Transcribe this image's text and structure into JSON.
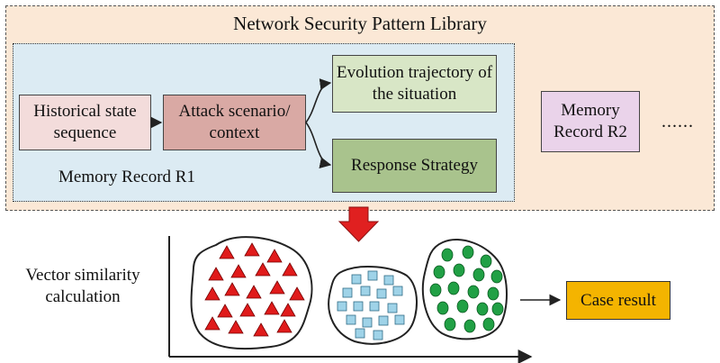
{
  "library": {
    "title": "Network Security Pattern Library"
  },
  "record1": {
    "label": "Memory Record R1",
    "historical": "Historical state sequence",
    "attack": "Attack scenario/ context",
    "evolution": "Evolution trajectory of the situation",
    "response": "Response Strategy"
  },
  "record2": {
    "label": "Memory Record R2"
  },
  "more": "......",
  "similarity": {
    "label": "Vector similarity calculation"
  },
  "result": {
    "label": "Case result"
  },
  "colors": {
    "library_bg": "#fbe8d6",
    "record_bg": "#dcebf3",
    "triangles": "#e01b1b",
    "squares": "#9fd3e8",
    "circles": "#21a045",
    "down_arrow": "#e02020",
    "case_result": "#f4b400"
  },
  "icons": {
    "cluster1": "triangle-icon",
    "cluster2": "square-icon",
    "cluster3": "circle-icon"
  }
}
